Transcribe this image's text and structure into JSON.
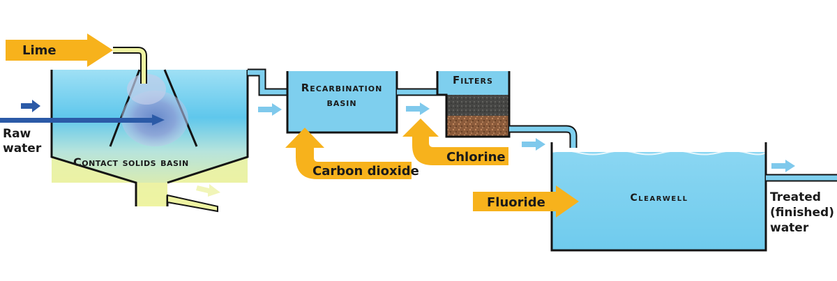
{
  "labels": {
    "lime": "Lime",
    "raw_water": [
      "Raw",
      "water"
    ],
    "contact_solids_basin": "Contact solids basin",
    "recarbination_basin": [
      "Recarbination",
      "basin"
    ],
    "filters": "Filters",
    "carbon_dioxide": "Carbon dioxide",
    "chlorine": "Chlorine",
    "fluoride": "Fluoride",
    "clearwell": "Clearwell",
    "treated_water": [
      "Treated",
      "(finished)",
      "water"
    ]
  },
  "colors": {
    "water": "#7ecfee",
    "water_light": "#b9e6f6",
    "sludge": "#e4ef9c",
    "sludge_pale": "#f1f5b8",
    "orange_arrow": "#f7b21c",
    "blue_arrow": "#2b5aa7",
    "light_arrow": "#7fc9ec",
    "outline": "#141414",
    "filter_dark": "#4a4a48",
    "filter_brown": "#8a5a3a"
  }
}
